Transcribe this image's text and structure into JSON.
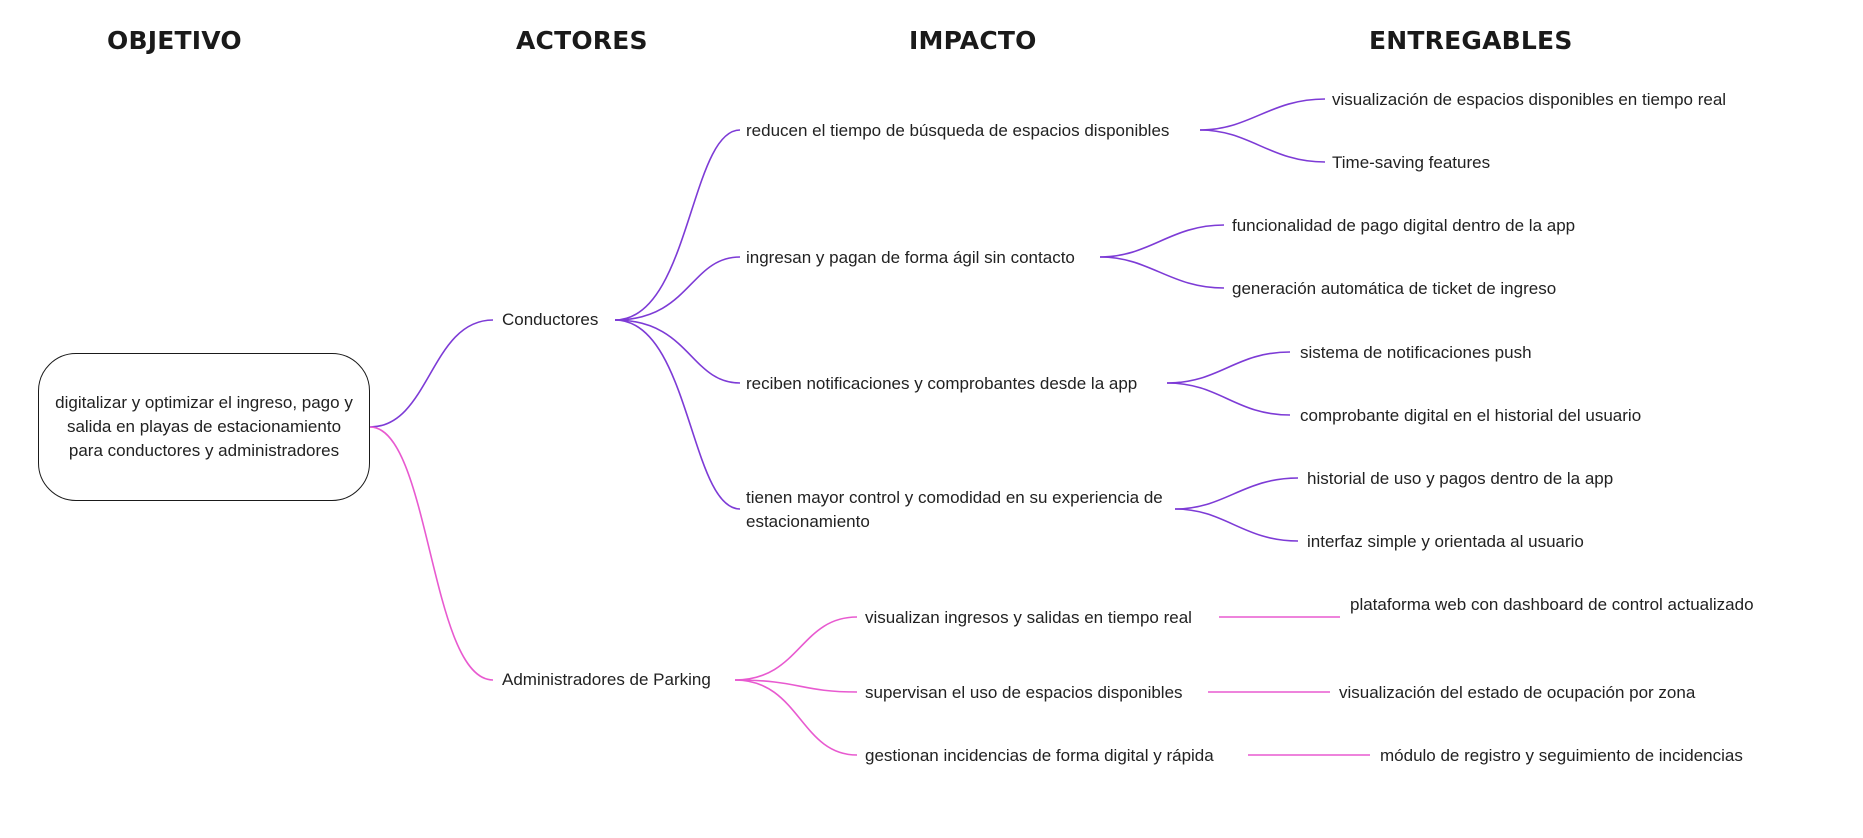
{
  "colors": {
    "conductores_branch": "#7d3bd6",
    "administradores_branch": "#e85ad0",
    "text": "#222222",
    "heading": "#1a1a1a"
  },
  "headers": {
    "objetivo": "OBJETIVO",
    "actores": "ACTORES",
    "impacto": "IMPACTO",
    "entregables": "ENTREGABLES"
  },
  "root": {
    "text": "digitalizar y optimizar el ingreso, pago y salida en playas de estacionamiento para conductores y administradores"
  },
  "actors": [
    {
      "label": "Conductores",
      "impacts": [
        {
          "label": "reducen el tiempo de búsqueda de espacios disponibles",
          "deliverables": [
            "visualización de espacios disponibles en tiempo real",
            "Time-saving features"
          ]
        },
        {
          "label": "ingresan y pagan de forma ágil sin contacto",
          "deliverables": [
            "funcionalidad de pago digital dentro de la app",
            "generación automática de ticket de ingreso"
          ]
        },
        {
          "label": "reciben notificaciones y comprobantes desde la app",
          "deliverables": [
            "sistema de notificaciones push",
            "comprobante digital en el historial del usuario"
          ]
        },
        {
          "label": "tienen mayor control y comodidad en su experiencia de estacionamiento",
          "deliverables": [
            "historial de uso y pagos dentro de la app",
            "interfaz simple y orientada al usuario"
          ]
        }
      ]
    },
    {
      "label": "Administradores de Parking",
      "impacts": [
        {
          "label": "visualizan ingresos y salidas en tiempo real",
          "deliverables": [
            "plataforma web con dashboard de control actualizado"
          ]
        },
        {
          "label": "supervisan el uso de espacios disponibles",
          "deliverables": [
            "visualización del estado de ocupación por zona"
          ]
        },
        {
          "label": "gestionan incidencias de forma digital y rápida",
          "deliverables": [
            "módulo de registro y seguimiento de incidencias"
          ]
        }
      ]
    }
  ]
}
